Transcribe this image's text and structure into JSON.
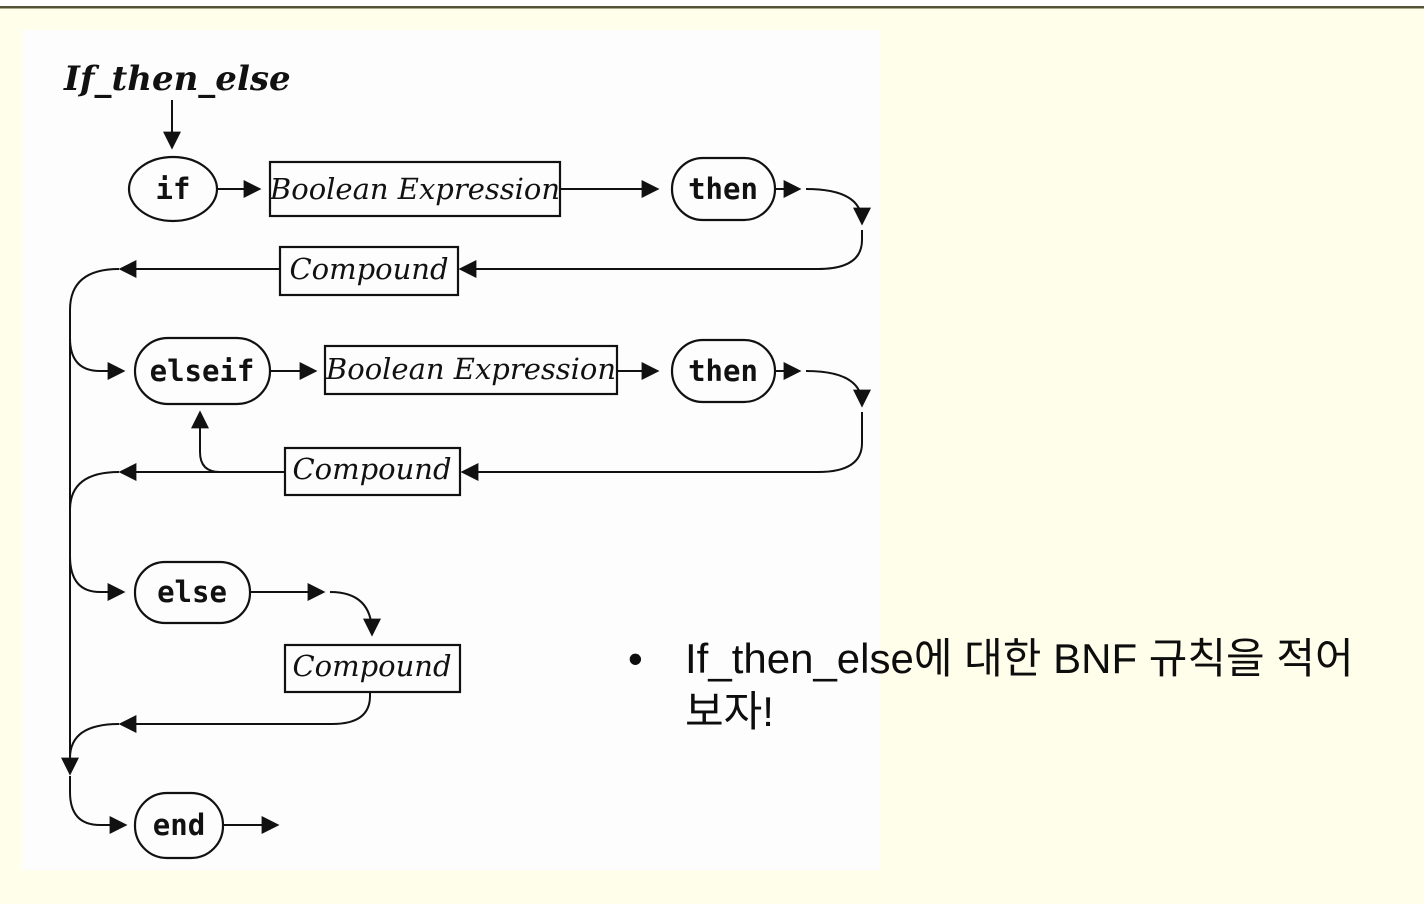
{
  "slide": {
    "top_bar_color": "#ffffff",
    "divider_color": "#54533a",
    "background_color": "#fffeea"
  },
  "diagram": {
    "title": "If_then_else",
    "keywords": {
      "if": "if",
      "then1": "then",
      "elseif": "elseif",
      "then2": "then",
      "else": "else",
      "end": "end"
    },
    "boxes": {
      "boolean_expression1": "Boolean Expression",
      "compound1": "Compound",
      "boolean_expression2": "Boolean Expression",
      "compound2": "Compound",
      "compound3": "Compound"
    }
  },
  "bullet": {
    "marker": "•",
    "text": "If_then_else에 대한 BNF 규칙을 적어 보자!"
  }
}
